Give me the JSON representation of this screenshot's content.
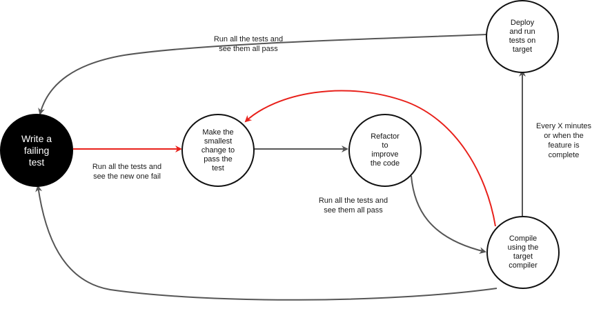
{
  "nodes": {
    "write_failing_test": "Write a\nfailing\ntest",
    "smallest_change": "Make the\nsmallest\nchange to\npass the\ntest",
    "refactor": "Refactor\nto\nimprove\nthe code",
    "compile": "Compile\nusing the\ntarget\ncompiler",
    "deploy": "Deploy\nand run\ntests on\ntarget"
  },
  "edge_labels": {
    "top_pass": "Run all the tests and\nsee them all pass",
    "new_one_fail": "Run all the tests and\nsee the new one fail",
    "middle_pass": "Run all the tests and\nsee them all pass",
    "every_x_minutes": "Every X minutes\nor when the\nfeature is\ncomplete"
  },
  "colors": {
    "edge_gray": "#555555",
    "edge_red": "#e8201a",
    "dark_node_fill": "#000000"
  }
}
